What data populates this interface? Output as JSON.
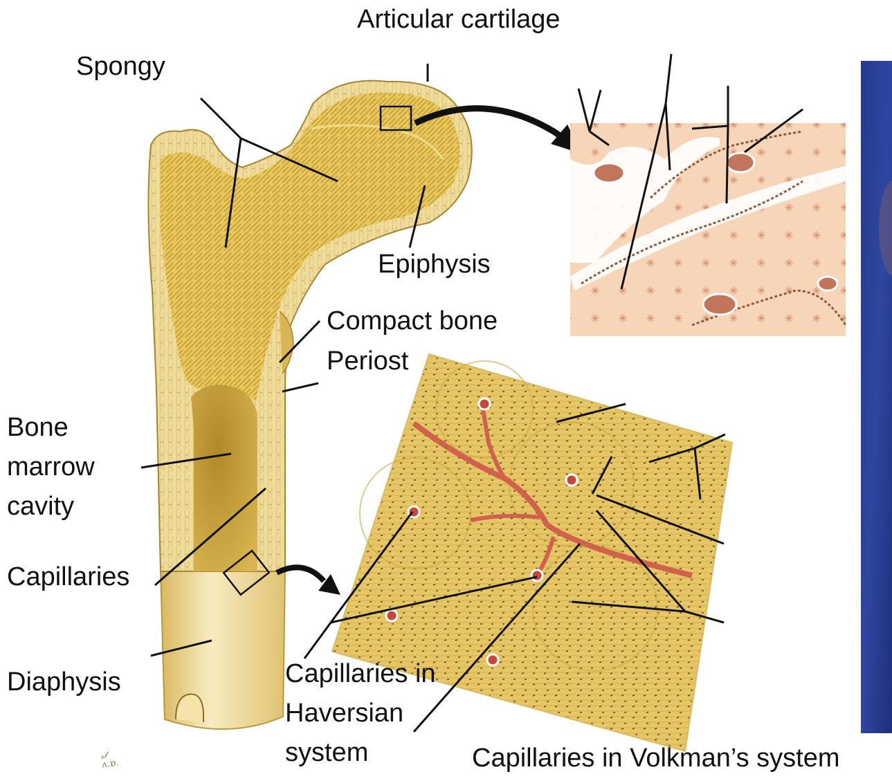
{
  "labels": {
    "articular_cartilage": "Articular cartilage",
    "spongy": "Spongy",
    "epiphysis": "Epiphysis",
    "compact_bone": "Compact bone",
    "periost": "Periost",
    "bone_marrow_line1": "Bone",
    "bone_marrow_line2": "marrow",
    "bone_marrow_line3": "cavity",
    "capillaries": "Capillaries",
    "diaphysis": "Diaphysis",
    "haversian_line1": "Capillaries in",
    "haversian_line2": "Haversian",
    "haversian_line3": "system",
    "volkman": "Capillaries in Volkman’s system"
  },
  "colors": {
    "bone": "#e6c658",
    "bone_dark": "#c9a530",
    "shaft": "#f2e2a6",
    "marrow": "#c9a13a",
    "cartilage_panel": "#f6d5b8",
    "cell_red": "#b0503c",
    "vessel": "#d2604e",
    "photo_blue": "#2a3e93",
    "leader": "#111111"
  }
}
